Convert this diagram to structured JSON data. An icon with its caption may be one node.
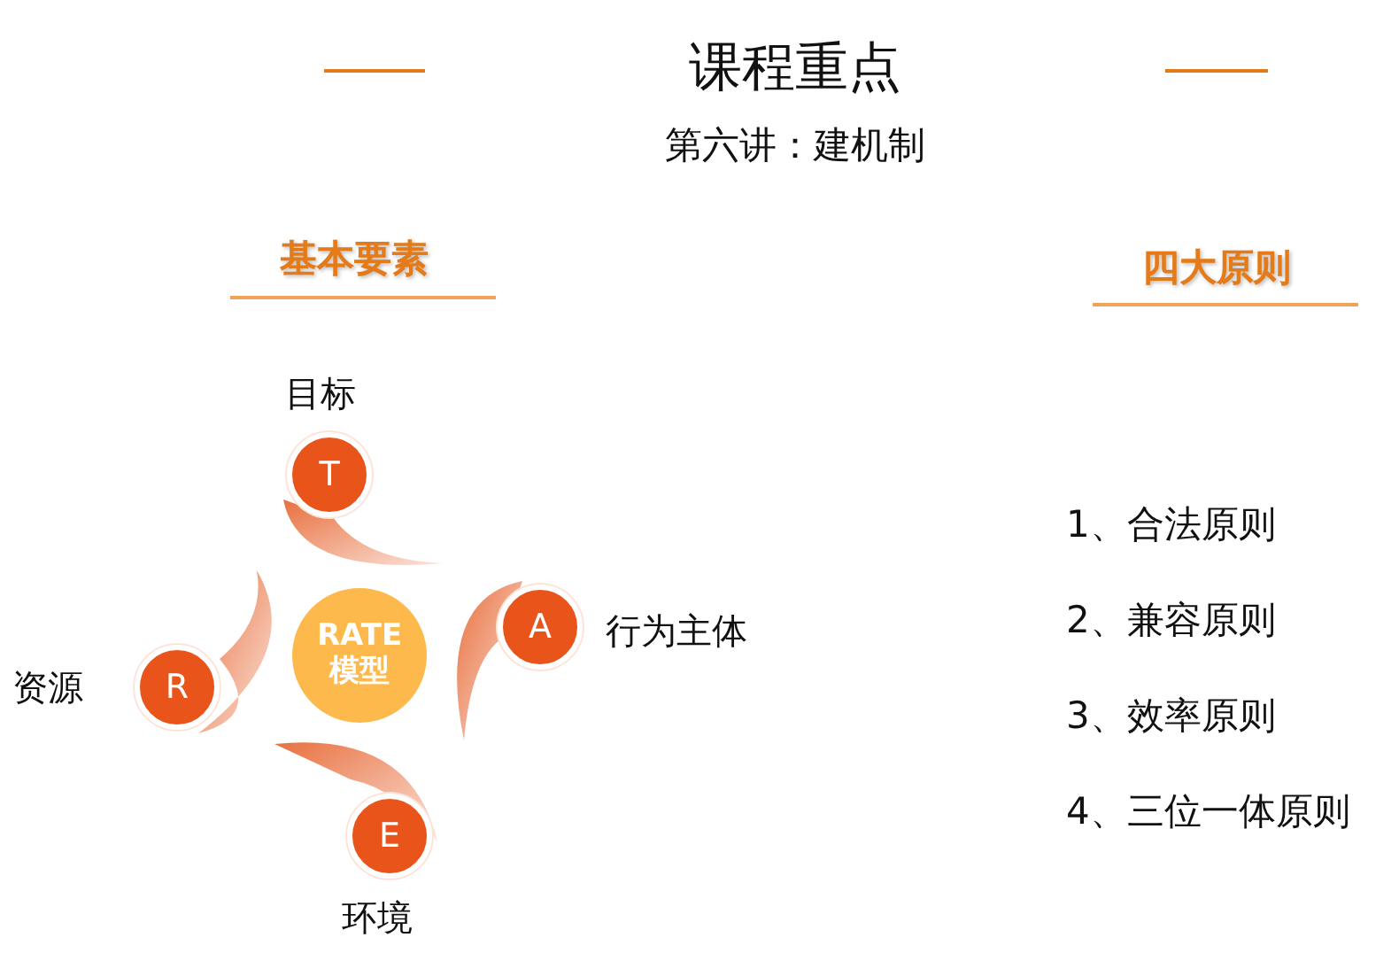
{
  "diagram": {
    "title": "课程重点",
    "nodes": [
      {
        "text": [
          "T"
        ],
        "beside": [
          "目标"
        ]
      },
      {
        "text": [
          "A"
        ],
        "beside": [
          "行为主体"
        ]
      },
      {
        "text": [
          "RATE 模型"
        ]
      },
      {
        "text": [
          "R"
        ],
        "beside": [
          "资源"
        ]
      },
      {
        "text": [
          "E"
        ],
        "beside": [
          "环境"
        ]
      }
    ],
    "labels": [
      "第六讲：建机制",
      "基本要素",
      "四大原则",
      "1、合法原则",
      "2、兼容原则",
      "3、效率原则",
      "4、三位一体原则"
    ]
  }
}
